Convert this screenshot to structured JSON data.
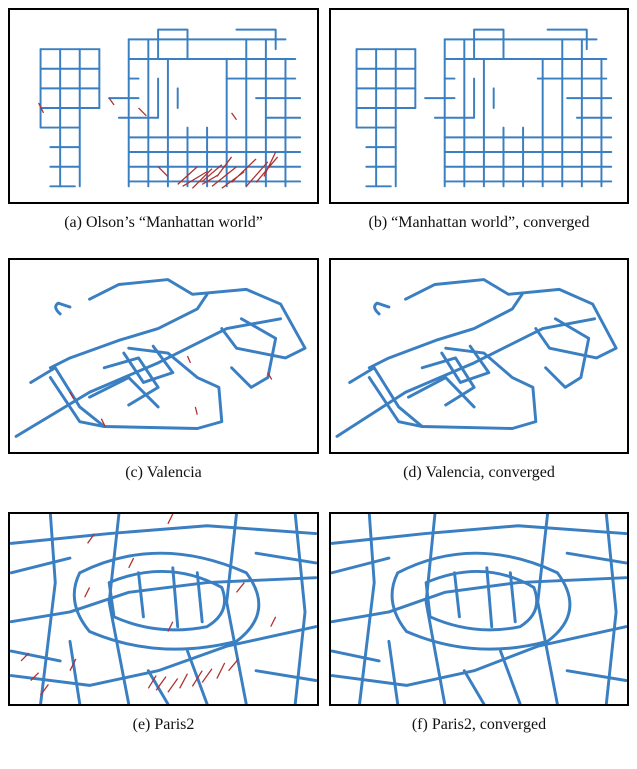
{
  "figure": {
    "panels": [
      {
        "id": "a",
        "caption": "(a) Olson’s “Manhattan world”"
      },
      {
        "id": "b",
        "caption": "(b) “Manhattan world”, converged"
      },
      {
        "id": "c",
        "caption": "(c) Valencia"
      },
      {
        "id": "d",
        "caption": "(d) Valencia, converged"
      },
      {
        "id": "e",
        "caption": "(e) Paris2"
      },
      {
        "id": "f",
        "caption": "(f) Paris2, converged"
      }
    ],
    "colors": {
      "trajectory": "#3a7fc2",
      "residual": "#b03030",
      "frame": "#000000"
    }
  }
}
